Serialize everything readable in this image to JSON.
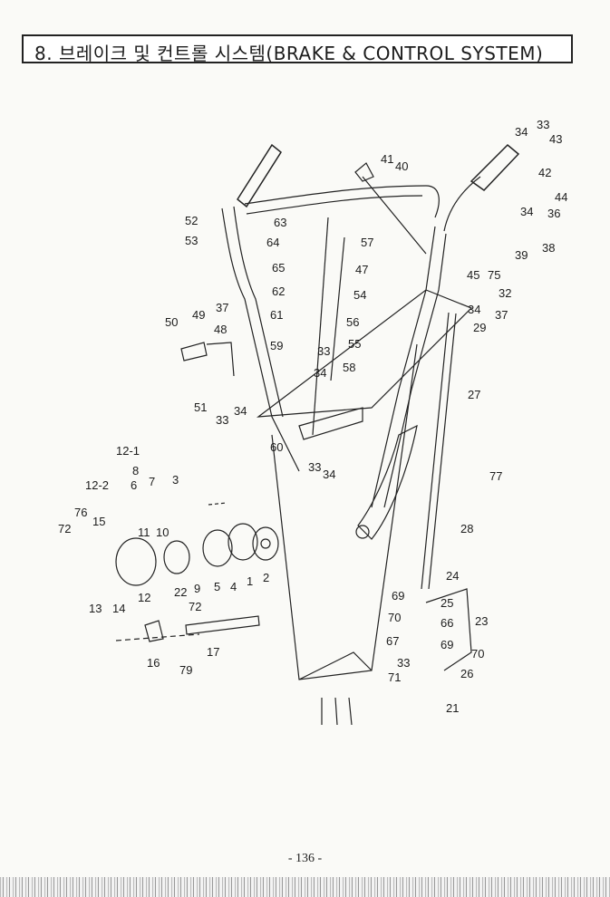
{
  "header": {
    "title": "8. 브레이크 및 컨트롤 시스템(BRAKE & CONTROL SYSTEM)"
  },
  "diagram": {
    "callouts": [
      "1",
      "2",
      "3",
      "4",
      "5",
      "6",
      "7",
      "8",
      "9",
      "10",
      "11",
      "12",
      "12-1",
      "12-2",
      "13",
      "14",
      "15",
      "16",
      "17",
      "21",
      "22",
      "23",
      "24",
      "25",
      "26",
      "27",
      "28",
      "29",
      "32",
      "33",
      "34",
      "36",
      "37",
      "38",
      "39",
      "40",
      "41",
      "42",
      "43",
      "44",
      "45",
      "47",
      "48",
      "49",
      "50",
      "51",
      "52",
      "53",
      "54",
      "55",
      "56",
      "57",
      "58",
      "59",
      "60",
      "61",
      "62",
      "63",
      "64",
      "65",
      "66",
      "67",
      "69",
      "70",
      "71",
      "72",
      "75",
      "76",
      "77",
      "79"
    ]
  },
  "footer": {
    "page_number": "- 136 -"
  }
}
